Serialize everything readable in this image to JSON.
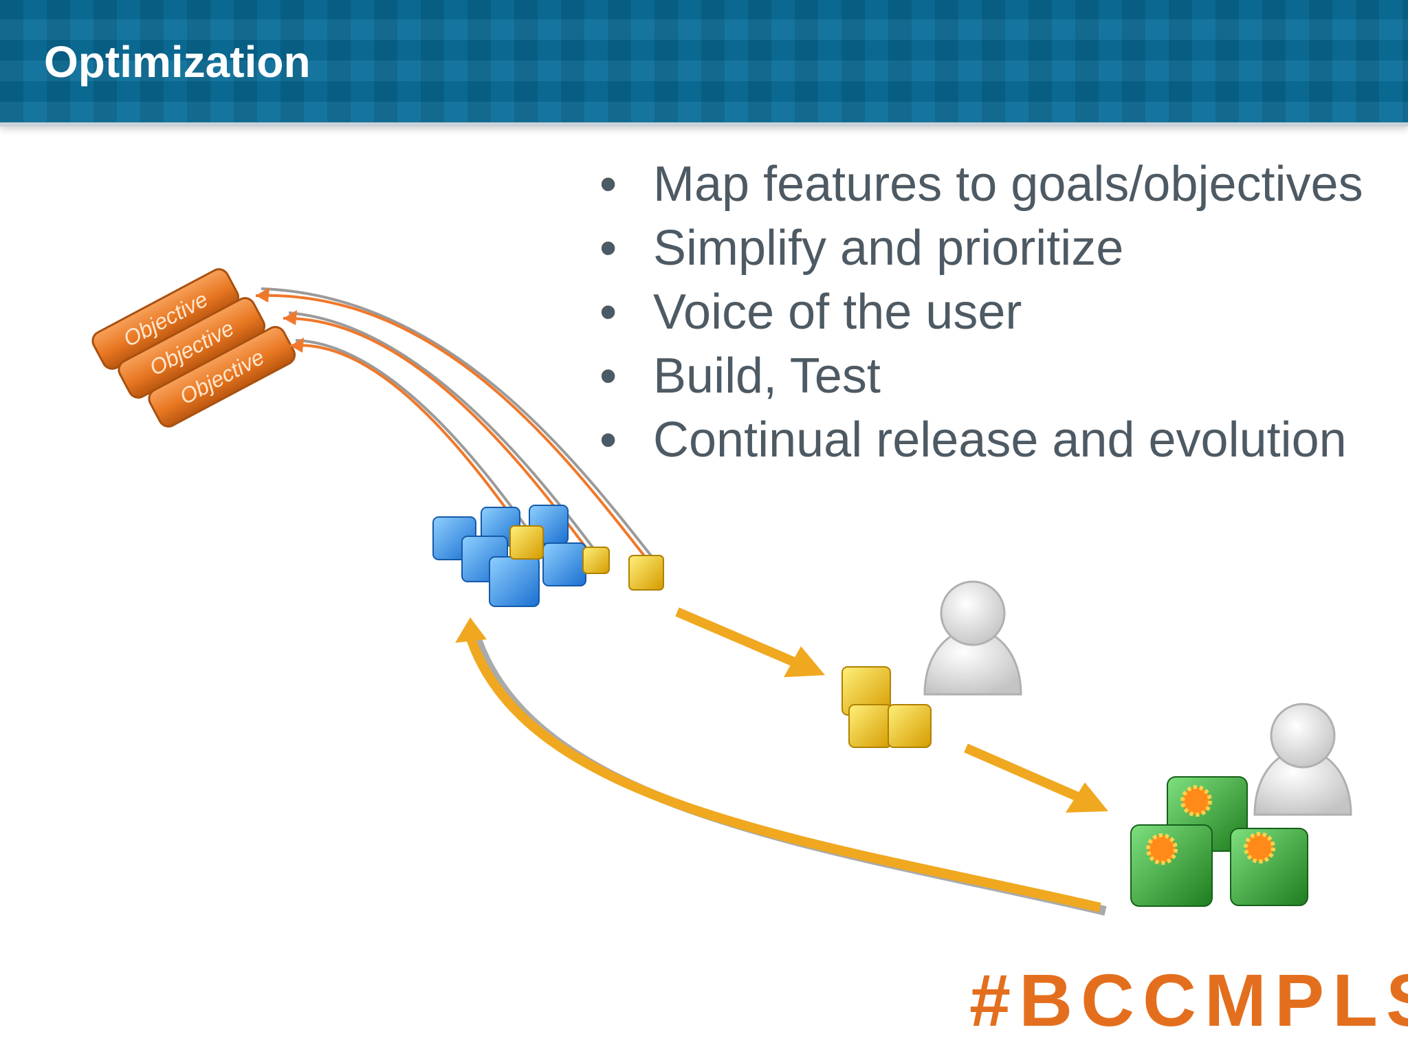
{
  "slide": {
    "title": "Optimization",
    "hashtag": "#BCCMPLS"
  },
  "bullets": [
    "Map features to goals/objectives",
    "Simplify and prioritize",
    "Voice of the user",
    "Build, Test",
    "Continual release and evolution"
  ],
  "diagram": {
    "objective_labels": [
      "Objective",
      "Objective",
      "Objective"
    ],
    "colors": {
      "objective": "#e87722",
      "feature_cube": "#2f8fe0",
      "selected_cube": "#f2c100",
      "released_cube": "#2fa02f",
      "flow_arrow": "#f0a820",
      "trace_line_orange": "#f0782a",
      "trace_line_gray": "#9a9a9a",
      "user_icon": "#d8d8d8"
    },
    "icons": [
      "objective-block",
      "feature-cube",
      "user-icon",
      "burst-icon",
      "flow-arrow"
    ]
  }
}
